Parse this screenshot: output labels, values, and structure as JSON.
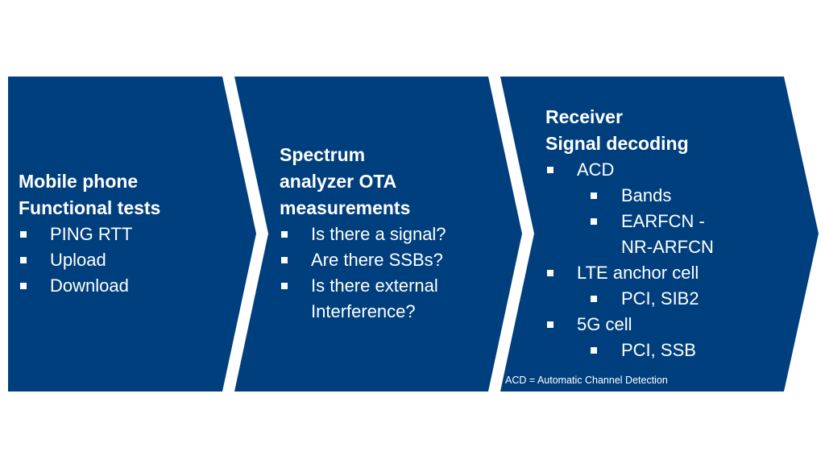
{
  "colors": {
    "chevron_fill": "#003F7D",
    "text": "#FFFFFF",
    "background": "#FFFFFF"
  },
  "chevrons": [
    {
      "title_lines": [
        "Mobile phone",
        "Functional tests"
      ],
      "items": [
        {
          "level": 1,
          "text": "PING RTT"
        },
        {
          "level": 1,
          "text": "Upload"
        },
        {
          "level": 1,
          "text": "Download"
        }
      ]
    },
    {
      "title_lines": [
        "Spectrum",
        "analyzer OTA",
        "measurements"
      ],
      "items": [
        {
          "level": 1,
          "text": "Is there a signal?"
        },
        {
          "level": 1,
          "text": "Are there SSBs?"
        },
        {
          "level": 1,
          "text": "Is there external",
          "continuation": "Interference?"
        }
      ]
    },
    {
      "title_lines": [
        "Receiver",
        "Signal decoding"
      ],
      "items": [
        {
          "level": 1,
          "text": "ACD"
        },
        {
          "level": 2,
          "text": "Bands"
        },
        {
          "level": 2,
          "text": "EARFCN -",
          "continuation": "NR-ARFCN"
        },
        {
          "level": 1,
          "text": "LTE anchor cell"
        },
        {
          "level": 2,
          "text": "PCI, SIB2"
        },
        {
          "level": 1,
          "text": "5G cell"
        },
        {
          "level": 2,
          "text": "PCI, SSB"
        }
      ],
      "footnote": "ACD = Automatic Channel Detection"
    }
  ],
  "icons": {
    "bullet": "square-bullet-icon"
  }
}
